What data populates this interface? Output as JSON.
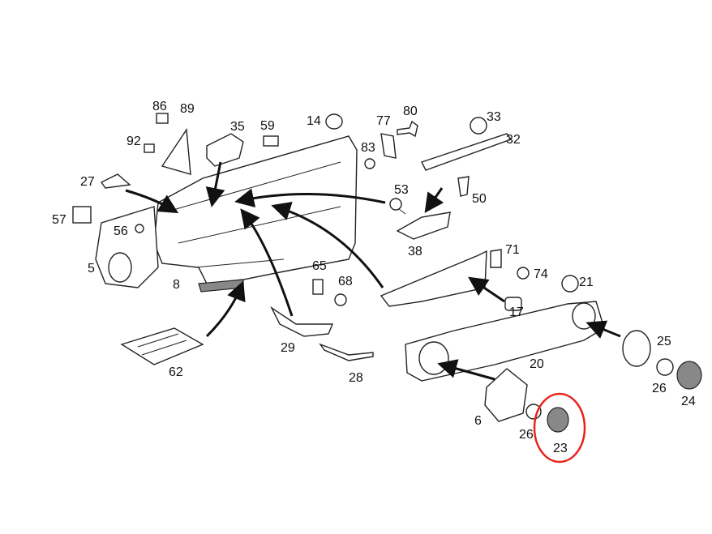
{
  "diagram": {
    "highlight_color": "#e8241c",
    "highlighted_part": "23",
    "callouts": [
      "86",
      "89",
      "35",
      "59",
      "14",
      "77",
      "80",
      "33",
      "92",
      "83",
      "32",
      "27",
      "53",
      "50",
      "57",
      "56",
      "38",
      "71",
      "74",
      "5",
      "8",
      "65",
      "68",
      "21",
      "17",
      "25",
      "20",
      "29",
      "28",
      "62",
      "26",
      "24",
      "6",
      "26",
      "23"
    ]
  }
}
